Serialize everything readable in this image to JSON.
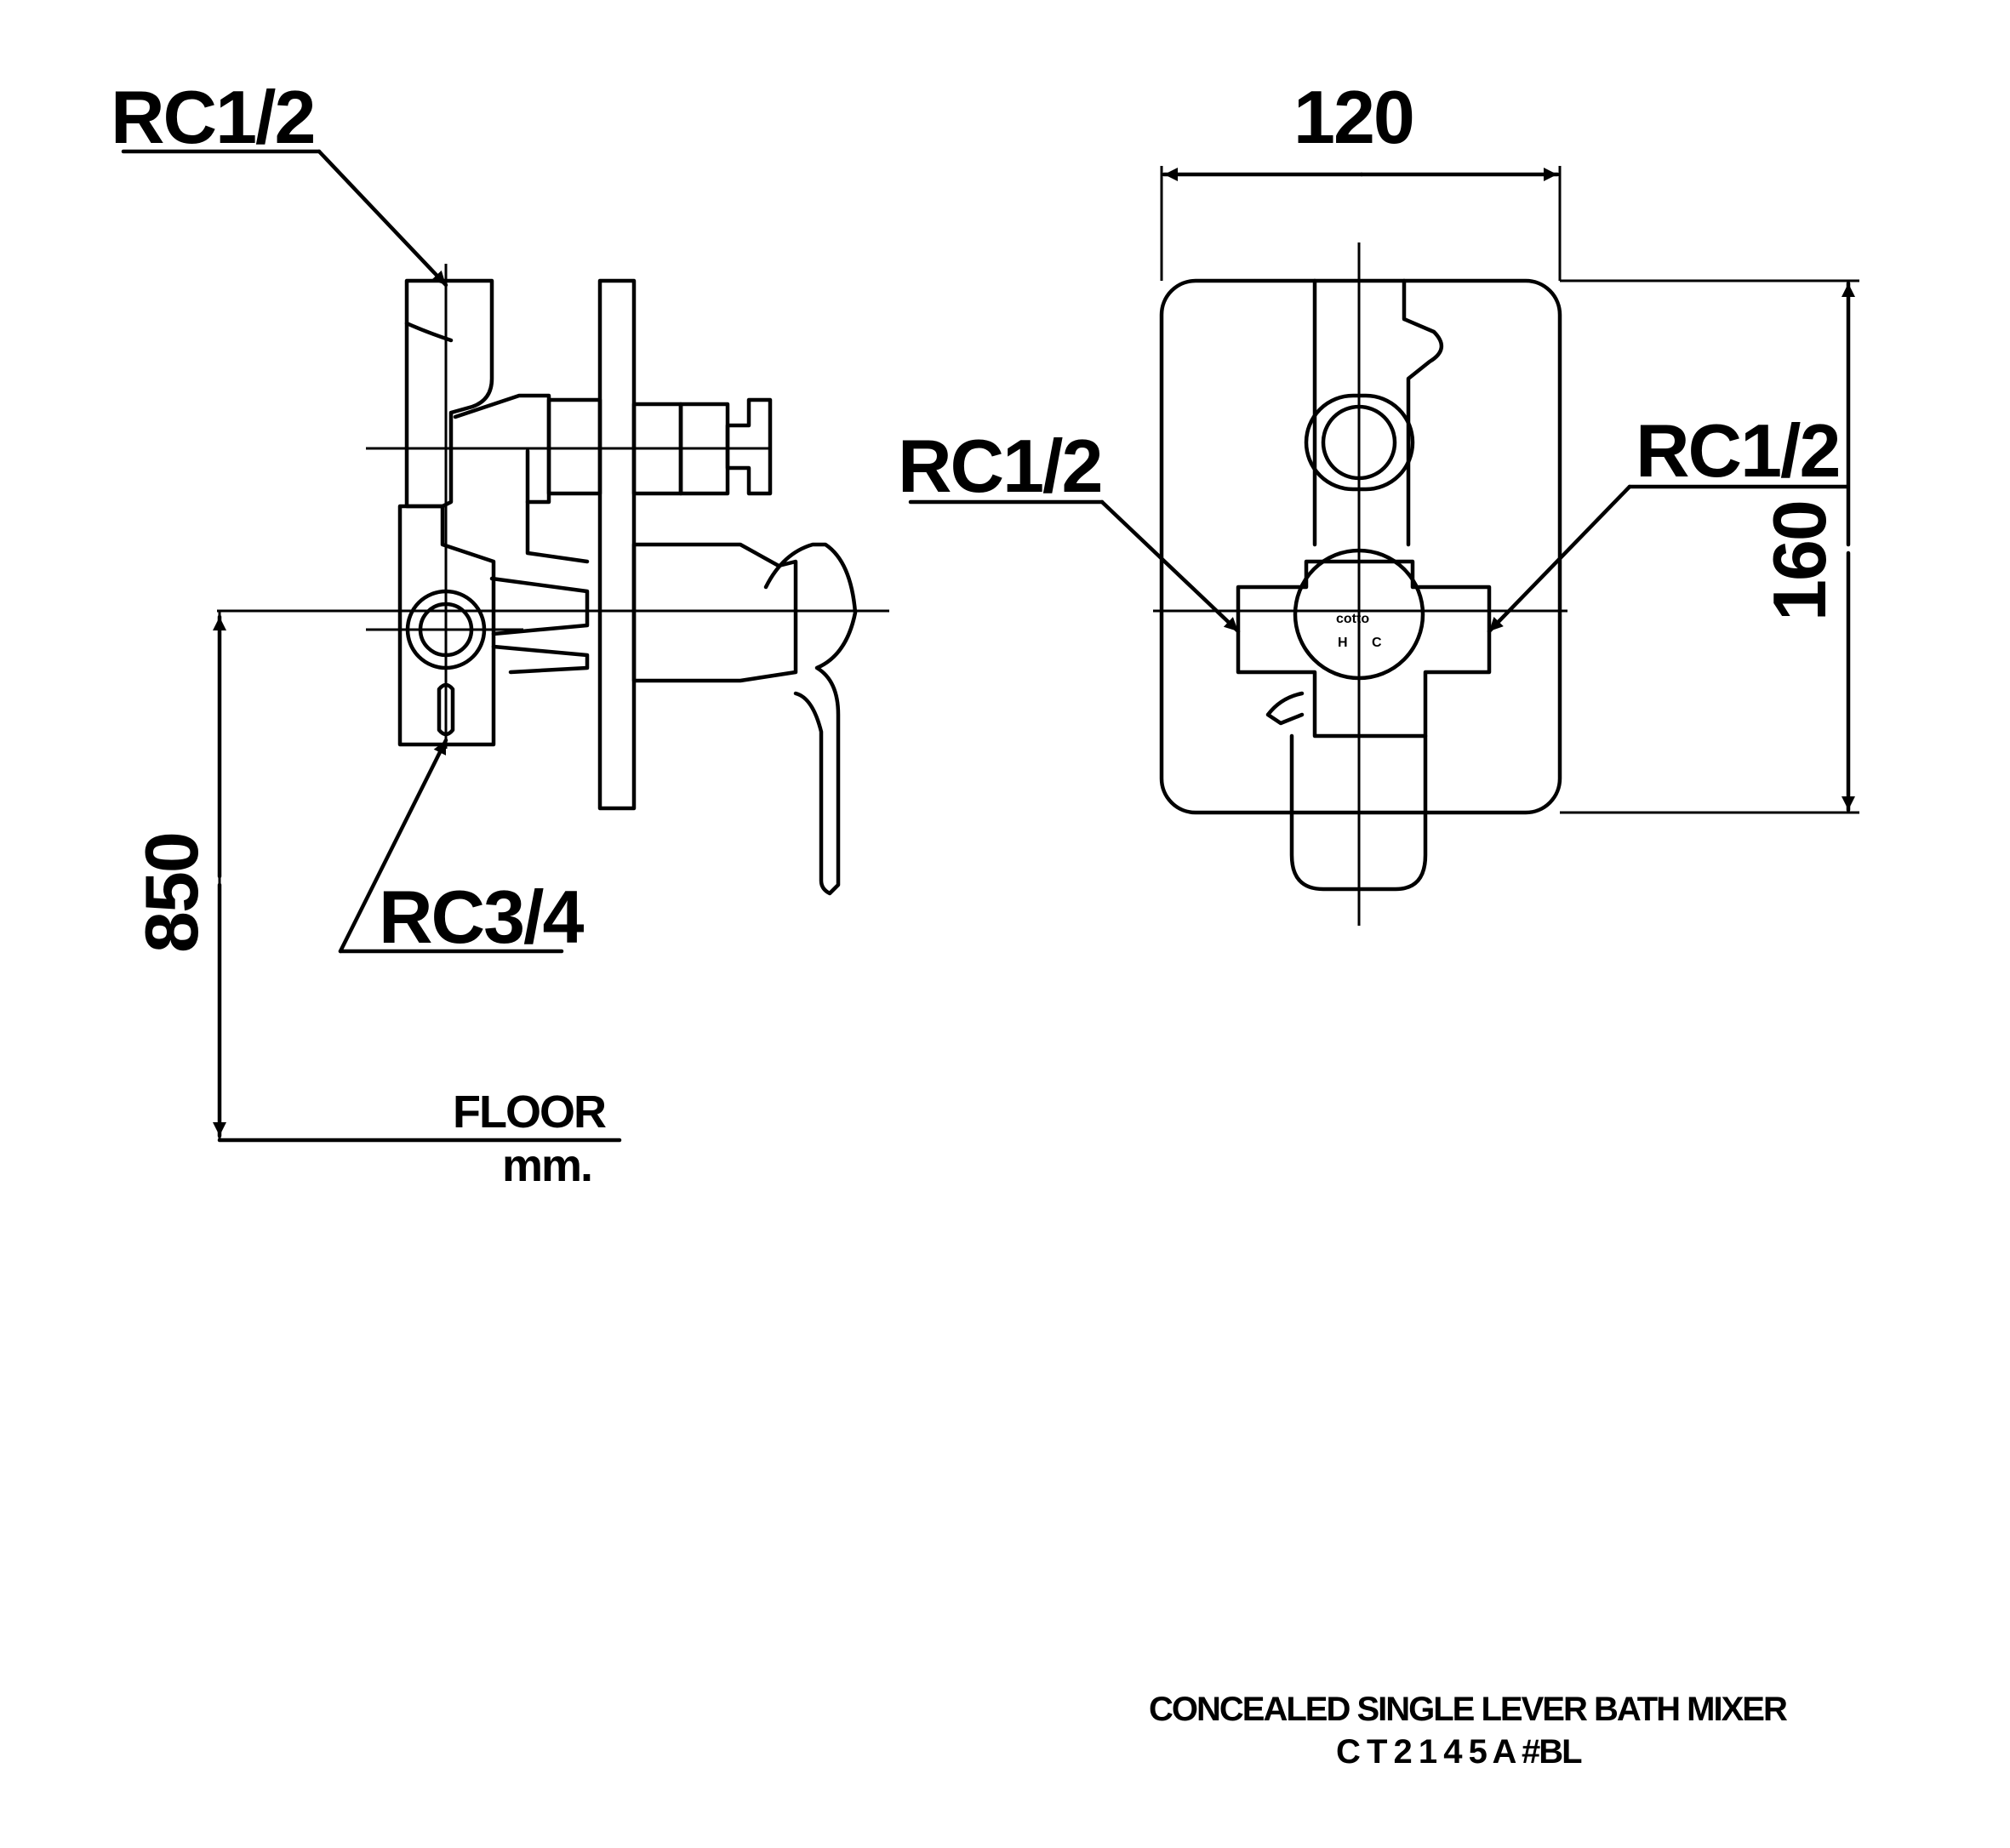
{
  "labels": {
    "side_top_thread": "RC1/2",
    "side_bottom_thread": "RC3/4",
    "height_dim": "850",
    "floor": "FLOOR",
    "unit": "mm.",
    "front_left_thread": "RC1/2",
    "front_right_thread": "RC1/2",
    "width_dim": "120",
    "plate_height_dim": "160",
    "cartridge_brand": "cotto",
    "hot_mark": "H",
    "cold_mark": "C"
  },
  "title": {
    "line1": "CONCEALED SINGLE LEVER BATH MIXER",
    "line2": "C T 2 1 4 5 A #BL"
  }
}
